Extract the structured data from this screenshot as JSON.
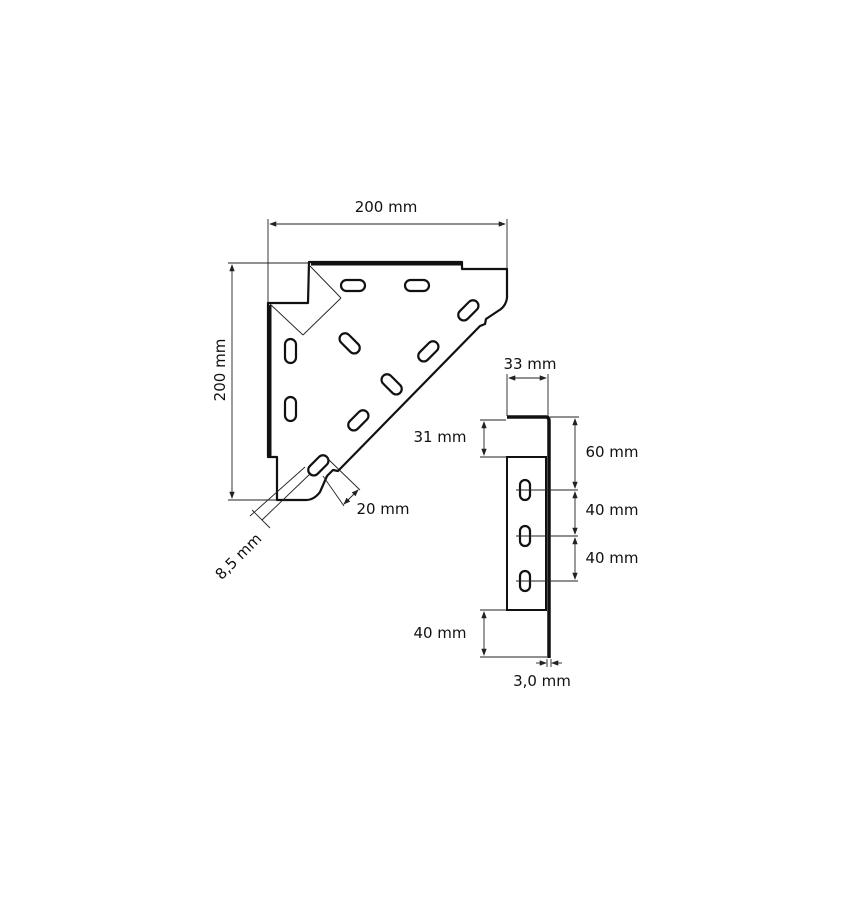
{
  "drawing": {
    "front_view": {
      "width_label": "200 mm",
      "height_label": "200 mm",
      "slot_spacing_label": "20 mm",
      "edge_offset_label": "8,5 mm"
    },
    "side_view": {
      "flange_width_label": "33 mm",
      "top_offset_label": "31 mm",
      "first_hole_label": "60 mm",
      "hole_pitch_1_label": "40 mm",
      "hole_pitch_2_label": "40 mm",
      "bottom_offset_label": "40 mm",
      "thickness_label": "3,0 mm"
    },
    "line_color": "#111111"
  }
}
